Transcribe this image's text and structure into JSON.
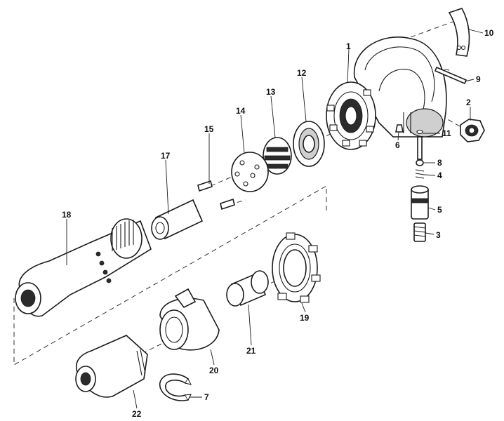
{
  "diagram": {
    "callouts": {
      "p1": "1",
      "p2": "2",
      "p3": "3",
      "p4": "4",
      "p5": "5",
      "p6": "6",
      "p7": "7",
      "p8": "8",
      "p9": "9",
      "p10": "10",
      "p11": "11",
      "p12": "12",
      "p13": "13",
      "p14": "14",
      "p15": "15",
      "p17": "17",
      "p18": "18",
      "p19": "19",
      "p20": "20",
      "p21": "21",
      "p22": "22"
    }
  }
}
